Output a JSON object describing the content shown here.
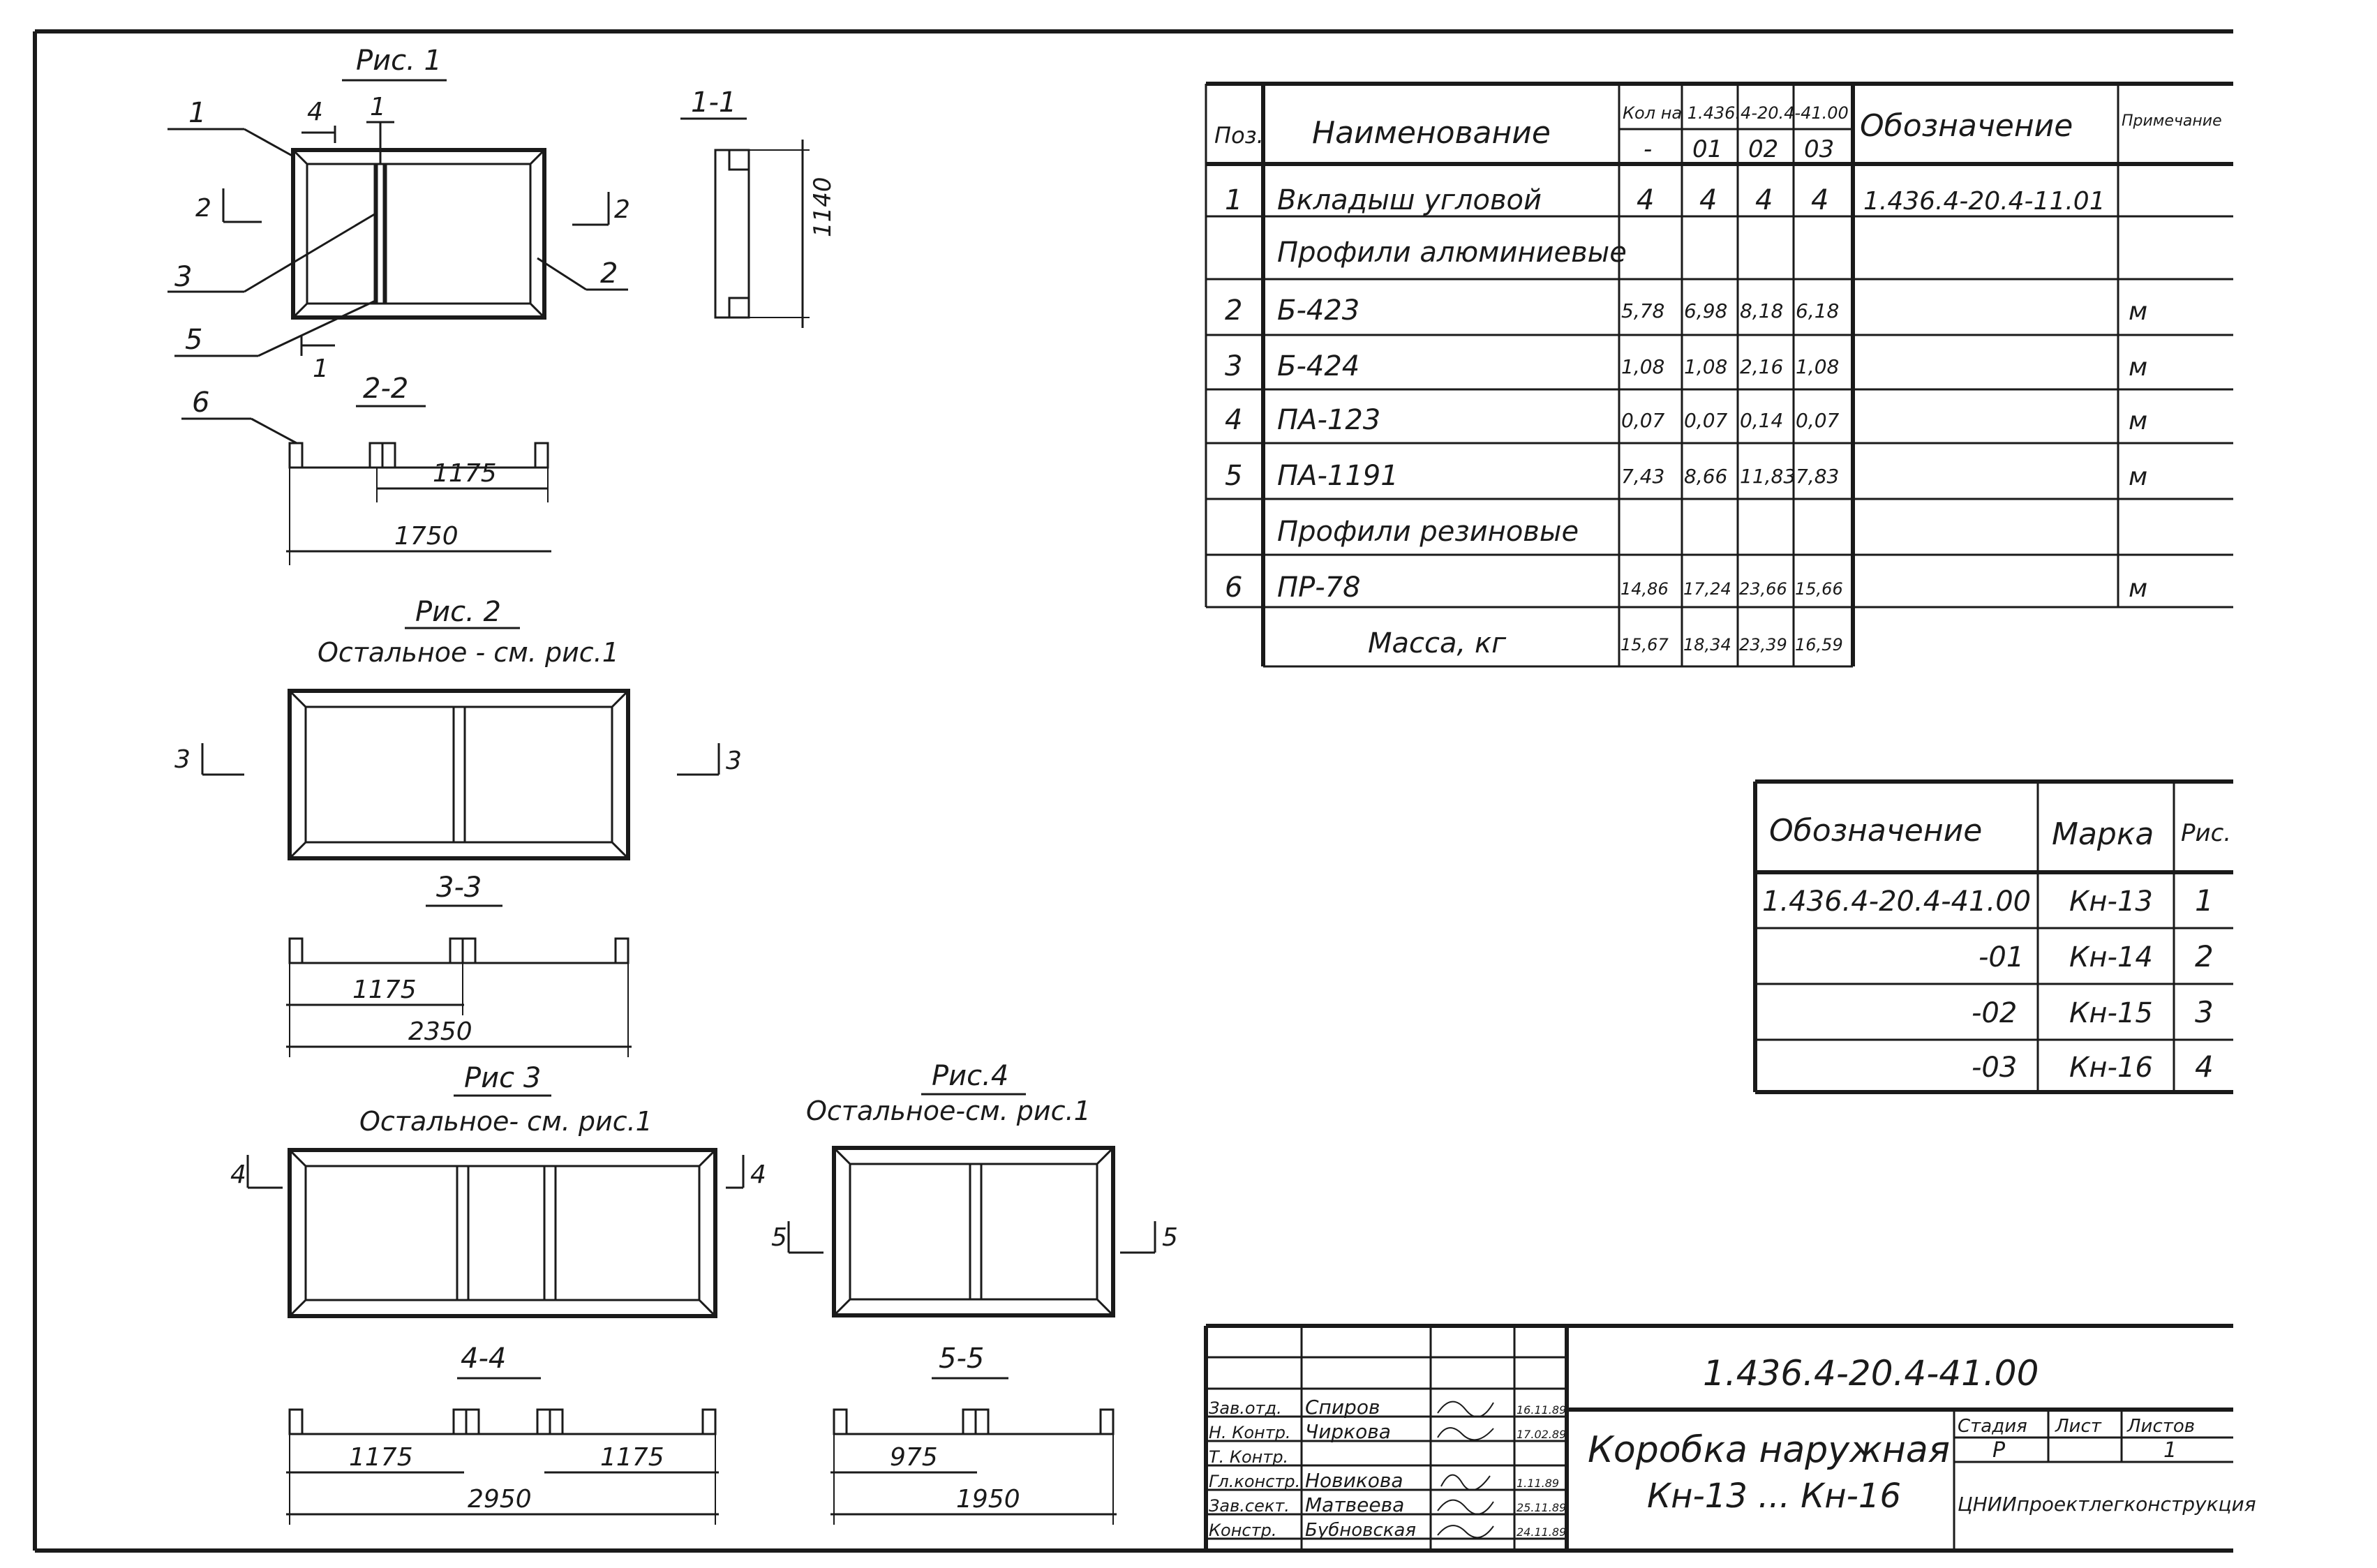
{
  "figures": {
    "fig1": {
      "title": "Рис. 1"
    },
    "fig2": {
      "title": "Рис. 2",
      "note": "Остальное - см. рис.1"
    },
    "fig3": {
      "title": "Рис 3",
      "note": "Остальное- см. рис.1"
    },
    "fig4": {
      "title": "Рис.4",
      "note": "Остальное-см. рис.1"
    }
  },
  "callouts": [
    "1",
    "4",
    "1",
    "2",
    "2",
    "3",
    "2",
    "5",
    "1",
    "6",
    "3",
    "3",
    "4",
    "4",
    "5",
    "5"
  ],
  "sections": {
    "s11": "1-1",
    "s11_dim": "1140",
    "s22": "2-2",
    "s22_dims": [
      "1175",
      "1750"
    ],
    "s33": "3-3",
    "s33_dims": [
      "1175",
      "2350"
    ],
    "s44": "4-4",
    "s44_dims": [
      "1175",
      "1175",
      "2950"
    ],
    "s55": "5-5",
    "s55_dims": [
      "975",
      "1950"
    ]
  },
  "spec_table": {
    "headers": {
      "pos": "Поз.",
      "name": "Наименование",
      "qty": "Кол на 1.436.4-20.4-41.00",
      "qty_cols": [
        "-",
        "01",
        "02",
        "03"
      ],
      "designation": "Обозначение",
      "note": "Примечание"
    },
    "rows": [
      {
        "pos": "1",
        "name": "Вкладыш угловой",
        "q": [
          "4",
          "4",
          "4",
          "4"
        ],
        "designation": "1.436.4-20.4-11.01",
        "note": ""
      },
      {
        "pos": "",
        "name": "Профили алюминиевые",
        "q": [
          "",
          "",
          "",
          ""
        ],
        "designation": "",
        "note": ""
      },
      {
        "pos": "2",
        "name": "Б-423",
        "q": [
          "5,78",
          "6,98",
          "8,18",
          "6,18"
        ],
        "designation": "",
        "note": "м"
      },
      {
        "pos": "3",
        "name": "Б-424",
        "q": [
          "1,08",
          "1,08",
          "2,16",
          "1,08"
        ],
        "designation": "",
        "note": "м"
      },
      {
        "pos": "4",
        "name": "ПА-123",
        "q": [
          "0,07",
          "0,07",
          "0,14",
          "0,07"
        ],
        "designation": "",
        "note": "м"
      },
      {
        "pos": "5",
        "name": "ПА-1191",
        "q": [
          "7,43",
          "8,66",
          "11,83",
          "7,83"
        ],
        "designation": "",
        "note": "м"
      },
      {
        "pos": "",
        "name": "Профили резиновые",
        "q": [
          "",
          "",
          "",
          ""
        ],
        "designation": "",
        "note": ""
      },
      {
        "pos": "6",
        "name": "ПР-78",
        "q": [
          "14,86",
          "17,24",
          "23,66",
          "15,66"
        ],
        "designation": "",
        "note": "м"
      }
    ],
    "mass_label": "Масса, кг",
    "mass": [
      "15,67",
      "18,34",
      "23,39",
      "16,59"
    ]
  },
  "variants_table": {
    "headers": {
      "designation": "Обозначение",
      "mark": "Марка",
      "fig": "Рис."
    },
    "rows": [
      {
        "designation": "1.436.4-20.4-41.00",
        "mark": "Кн-13",
        "fig": "1"
      },
      {
        "designation": "-01",
        "mark": "Кн-14",
        "fig": "2"
      },
      {
        "designation": "-02",
        "mark": "Кн-15",
        "fig": "3"
      },
      {
        "designation": "-03",
        "mark": "Кн-16",
        "fig": "4"
      }
    ]
  },
  "title_block": {
    "doc_number": "1.436.4-20.4-41.00",
    "title_line1": "Коробка наружная",
    "title_line2": "Кн-13 ... Кн-16",
    "stage_label": "Стадия",
    "sheet_label": "Лист",
    "sheets_label": "Листов",
    "stage": "Р",
    "sheet": "",
    "sheets": "1",
    "org": "ЦНИИпроектлегконструкция",
    "staff": [
      {
        "role": "Зав.отд.",
        "name": "Спиров",
        "date": "16.11.89"
      },
      {
        "role": "Н. Контр.",
        "name": "Чиркова",
        "date": "17.02.89"
      },
      {
        "role": "Т. Контр.",
        "name": "",
        "date": ""
      },
      {
        "role": "Гл.констр.",
        "name": "Новикова",
        "date": "1.11.89"
      },
      {
        "role": "Зав.сект.",
        "name": "Матвеева",
        "date": "25.11.89"
      },
      {
        "role": "Констр.",
        "name": "Бубновская",
        "date": "24.11.89"
      }
    ]
  }
}
